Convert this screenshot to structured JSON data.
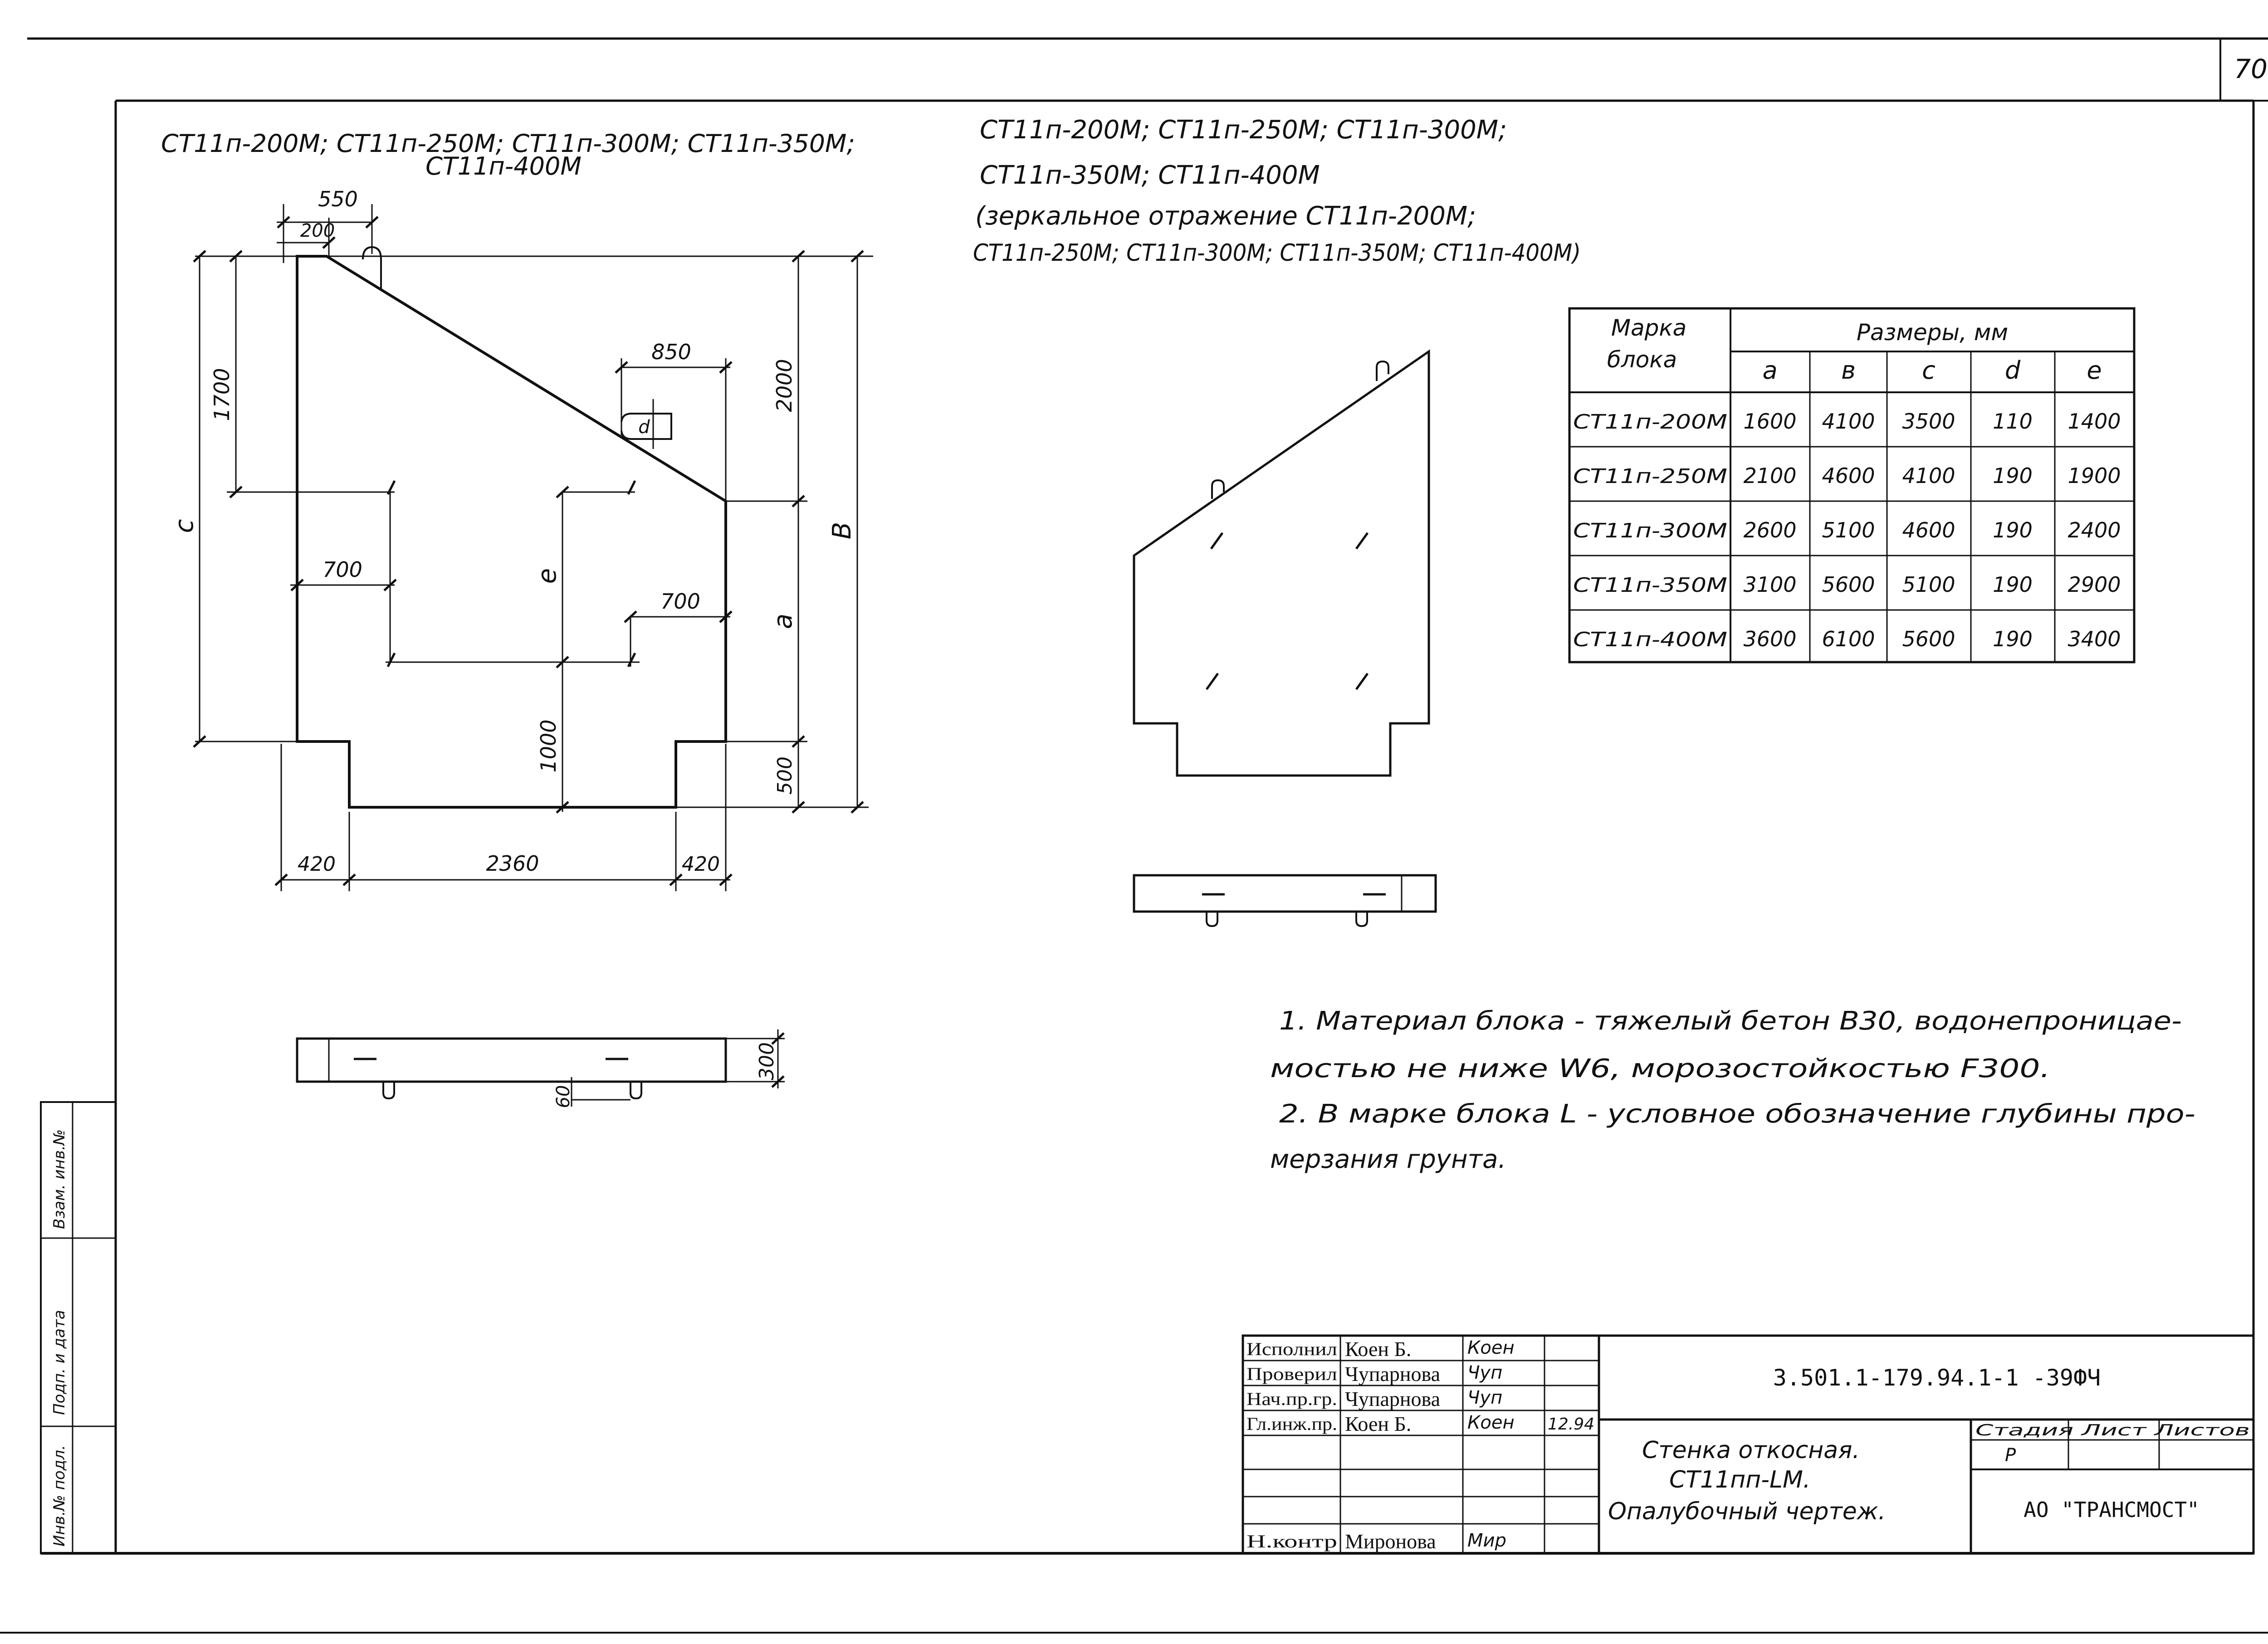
{
  "page_number": "70",
  "left_header": {
    "line1": "СТ11п-200М; СТ11п-250М; СТ11п-300М; СТ11п-350М;",
    "line2": "СТ11п-400М"
  },
  "right_header": {
    "line1": "СТ11п-200М; СТ11п-250М; СТ11п-300М;",
    "line2": "СТ11п-350М; СТ11п-400М",
    "line3": "(зеркальное отражение СТ11п-200М;",
    "line4": "СТ11п-250М; СТ11п-300М; СТ11п-350М; СТ11п-400М)"
  },
  "dims": {
    "d550": "550",
    "d200": "200",
    "d1700": "1700",
    "d850": "850",
    "dd": "d",
    "d2000": "2000",
    "dc": "c",
    "dB": "B",
    "d700a": "700",
    "de": "e",
    "da": "a",
    "d700b": "700",
    "d1000": "1000",
    "d500": "500",
    "d420a": "420",
    "d2360": "2360",
    "d420b": "420",
    "d300": "300",
    "d60": "60"
  },
  "table": {
    "header_col1_line1": "Марка",
    "header_col1_line2": "блока",
    "header_group": "Размеры, мм",
    "sub": [
      "a",
      "в",
      "c",
      "d",
      "e"
    ],
    "rows": [
      [
        "СТ11п-200М",
        "1600",
        "4100",
        "3500",
        "110",
        "1400"
      ],
      [
        "СТ11п-250М",
        "2100",
        "4600",
        "4100",
        "190",
        "1900"
      ],
      [
        "СТ11п-300М",
        "2600",
        "5100",
        "4600",
        "190",
        "2400"
      ],
      [
        "СТ11п-350М",
        "3100",
        "5600",
        "5100",
        "190",
        "2900"
      ],
      [
        "СТ11п-400М",
        "3600",
        "6100",
        "5600",
        "190",
        "3400"
      ]
    ]
  },
  "notes": {
    "n1a": "1. Материал блока - тяжелый бетон В30, водонепроницае-",
    "n1b": "мостью не ниже W6, морозостойкостью F300.",
    "n2a": "2. В марке блока L - условное обозначение глубины про-",
    "n2b": "мерзания грунта."
  },
  "left_strip": {
    "s1": "Инв.№ подл.",
    "s2": "Подп. и дата",
    "s3": "Взам. инв.№"
  },
  "stamp": {
    "roles": [
      "Исполнил",
      "Проверил",
      "Нач.пр.гр.",
      "Гл.инж.пр.",
      "Н.контр"
    ],
    "names": [
      "Коен Б.",
      "Чупарнова",
      "Чупарнова",
      "Коен Б.",
      "Миронова"
    ],
    "signatures": [
      "Коен",
      "Чуп",
      "Чуп",
      "Коен",
      "Мир"
    ],
    "date": "12.94",
    "code": "3.501.1-179.94.1-1 -39ФЧ",
    "title_l1": "Стенка откосная.",
    "title_l2": "СТ11пп-LМ.",
    "title_l3": "Опалубочный чертеж.",
    "stage_header": "Стадия Лист Листов",
    "stage_values": "Р",
    "org": "АО \"ТРАНСМОСТ\""
  }
}
